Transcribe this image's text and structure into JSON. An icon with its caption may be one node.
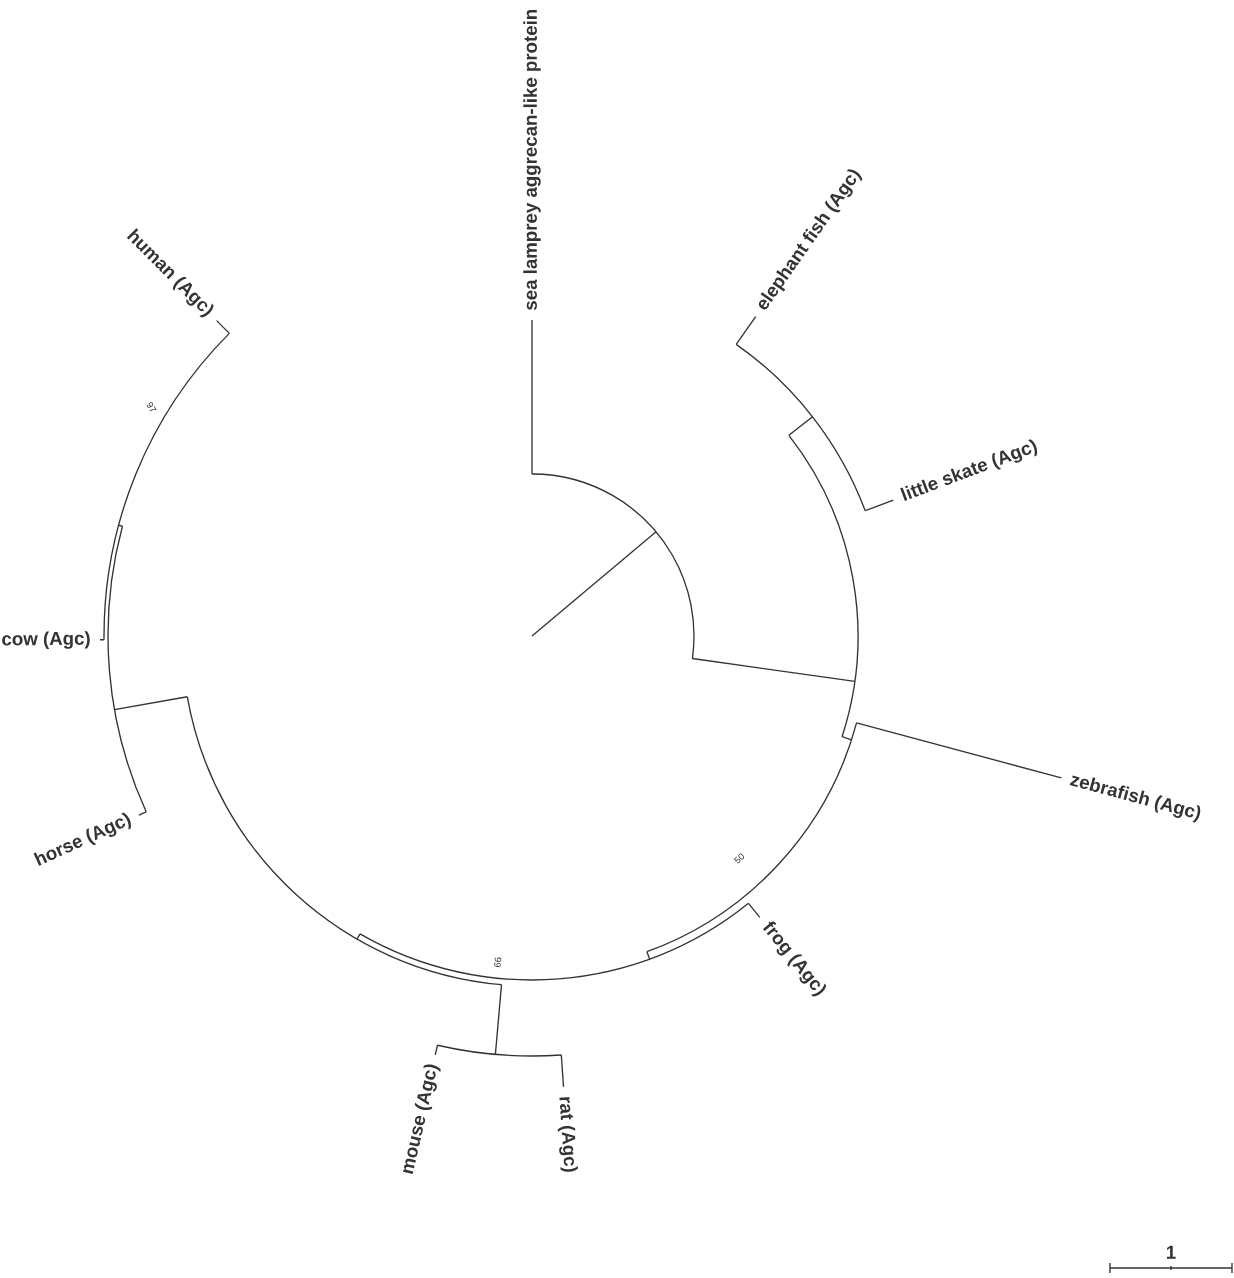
{
  "diagram": {
    "labels": [
      "sea lamprey aggrecan-like protein",
      "elephant fish (Agc)",
      "human (Agc)",
      "97",
      "little skate (Agc)",
      "cow (Agc)",
      "zebrafish (Agc)",
      "horse (Agc)",
      "50",
      "66",
      "frog (Agc)",
      "mouse (Agc)",
      "rat (Agc)",
      "1"
    ]
  }
}
